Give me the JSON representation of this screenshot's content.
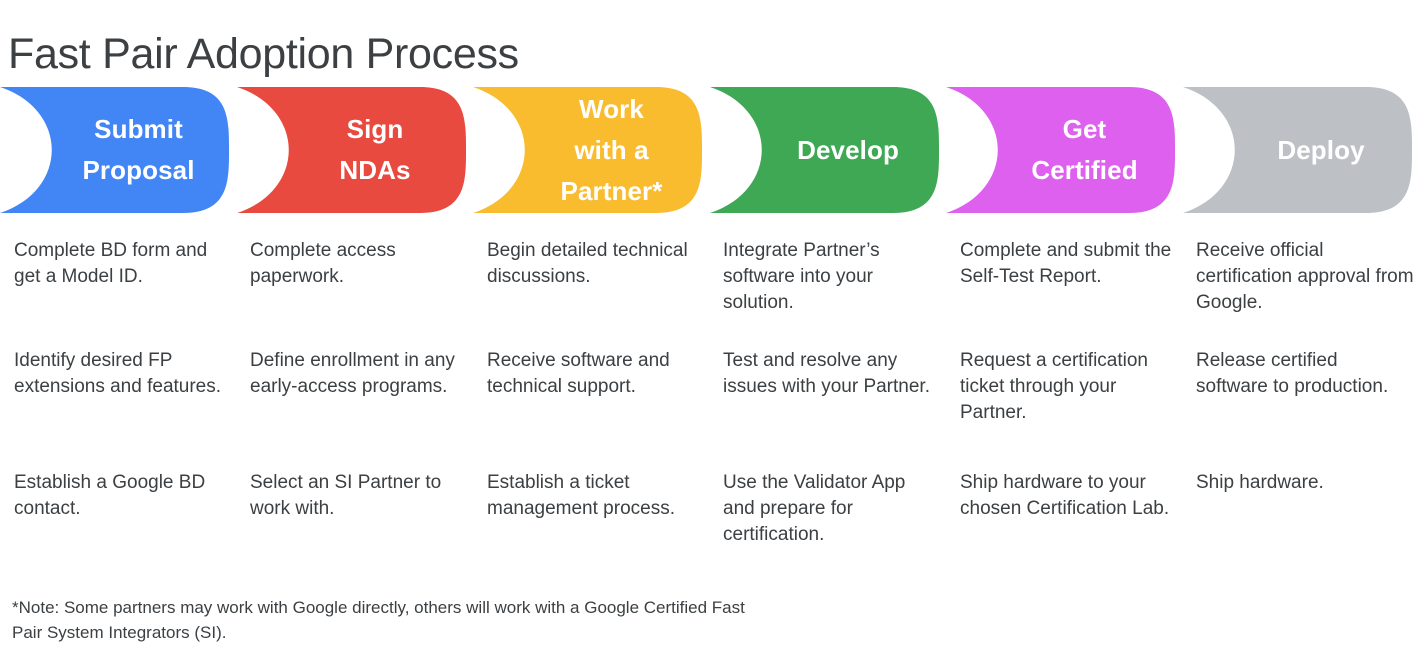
{
  "page": {
    "title": "Fast Pair Adoption Process",
    "background_color": "#ffffff",
    "text_color": "#3c4043"
  },
  "stages": [
    {
      "id": "submit-proposal",
      "lines": [
        "Submit",
        "Proposal"
      ],
      "color": "#4285F4",
      "label_plain": "Submit Proposal"
    },
    {
      "id": "sign-ndas",
      "lines": [
        "Sign",
        "NDAs"
      ],
      "color": "#E94A3F",
      "label_plain": "Sign NDAs"
    },
    {
      "id": "work-with-a-partner",
      "lines": [
        "Work",
        "with a",
        "Partner*"
      ],
      "color": "#F9BC2F",
      "label_plain": "Work with a Partner*"
    },
    {
      "id": "develop",
      "lines": [
        "Develop"
      ],
      "color": "#3FA854",
      "label_plain": "Develop"
    },
    {
      "id": "get-certified",
      "lines": [
        "Get",
        "Certified"
      ],
      "color": "#DD60EE",
      "label_plain": "Get Certified"
    },
    {
      "id": "deploy",
      "lines": [
        "Deploy"
      ],
      "color": "#BDC1C6",
      "label_plain": "Deploy"
    }
  ],
  "columns": [
    {
      "stage": "Submit Proposal",
      "items": [
        "Complete BD form and get a Model ID.",
        "Identify desired FP extensions and features.",
        "Establish a Google BD contact."
      ]
    },
    {
      "stage": "Sign NDAs",
      "items": [
        "Complete access paperwork.",
        "Define enrollment in any early-access programs.",
        "Select an SI Partner to work with."
      ]
    },
    {
      "stage": "Work with a Partner*",
      "items": [
        "Begin detailed technical discussions.",
        "Receive software and technical support.",
        "Establish a ticket management process."
      ]
    },
    {
      "stage": "Develop",
      "items": [
        "Integrate Partner’s software into your solution.",
        "Test and resolve any issues with your Partner.",
        "Use the Validator App and prepare for certification."
      ]
    },
    {
      "stage": "Get Certified",
      "items": [
        "Complete and submit the Self-Test Report.",
        "Request a certification ticket through your Partner.",
        "Ship hardware to your chosen Certification Lab."
      ]
    },
    {
      "stage": "Deploy",
      "items": [
        "Receive official certification approval from Google.",
        "Release certified software to production.",
        "Ship hardware."
      ]
    }
  ],
  "footnote": "*Note: Some partners may work with Google directly, others will work with a Google Certified Fast Pair System Integrators (SI)."
}
